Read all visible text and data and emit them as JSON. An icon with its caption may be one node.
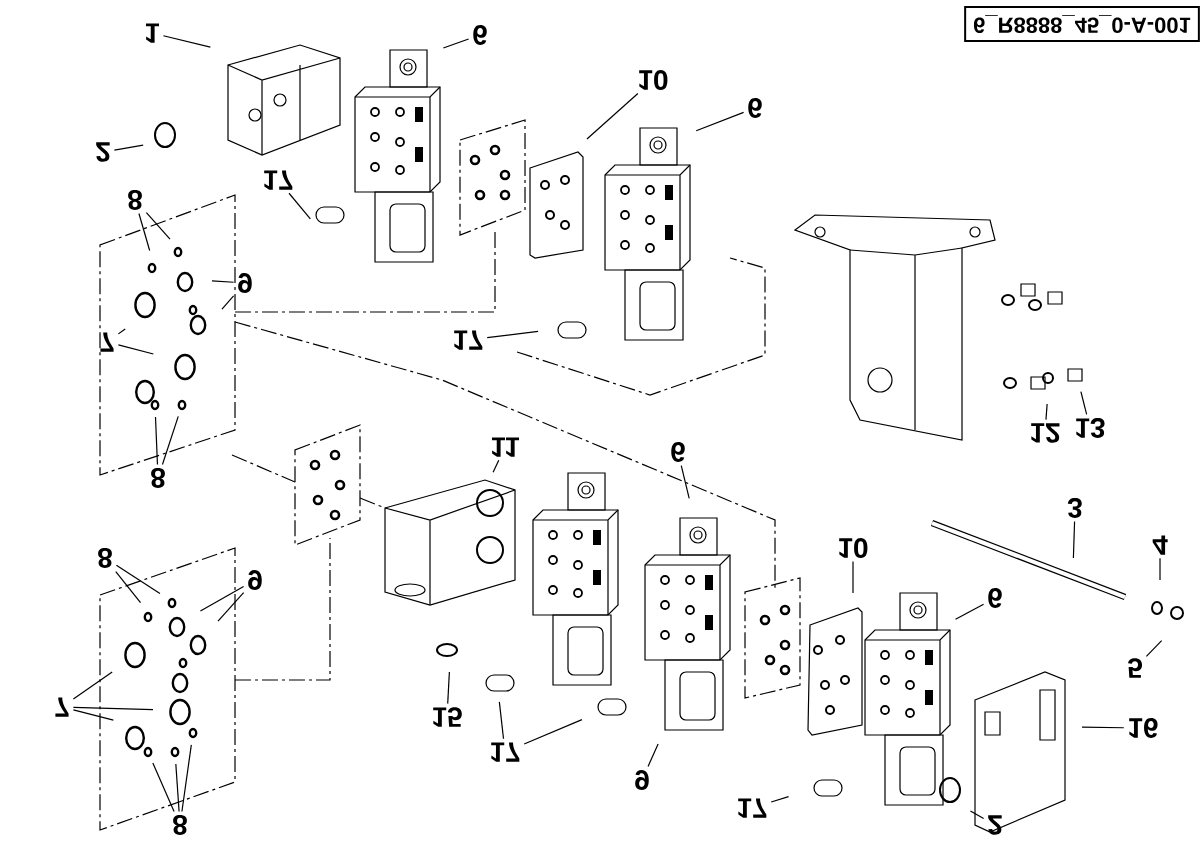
{
  "diagram": {
    "nodes": [
      {
        "text": [
          "1"
        ]
      },
      {
        "text": [
          "6"
        ]
      },
      {
        "text": [
          "10"
        ]
      },
      {
        "text": [
          "6"
        ]
      },
      {
        "text": [
          "2"
        ]
      },
      {
        "text": [
          "17"
        ]
      },
      {
        "text": [
          "8"
        ]
      },
      {
        "text": [
          "9"
        ]
      },
      {
        "text": [
          "7"
        ]
      },
      {
        "text": [
          "17"
        ]
      },
      {
        "text": [
          "8"
        ]
      },
      {
        "text": [
          "12"
        ]
      },
      {
        "text": [
          "13"
        ]
      },
      {
        "text": [
          "11"
        ]
      },
      {
        "text": [
          "6"
        ]
      },
      {
        "text": [
          "3"
        ]
      },
      {
        "text": [
          "8"
        ]
      },
      {
        "text": [
          "9"
        ]
      },
      {
        "text": [
          "10"
        ]
      },
      {
        "text": [
          "6"
        ]
      },
      {
        "text": [
          "4"
        ]
      },
      {
        "text": [
          "7"
        ]
      },
      {
        "text": [
          "5"
        ]
      },
      {
        "text": [
          "15"
        ]
      },
      {
        "text": [
          "16"
        ]
      },
      {
        "text": [
          "17"
        ]
      },
      {
        "text": [
          "9"
        ]
      },
      {
        "text": [
          "17"
        ]
      },
      {
        "text": [
          "2"
        ]
      },
      {
        "text": [
          "8"
        ]
      }
    ],
    "edges": [
      {
        "from": 0,
        "to": null,
        "arrow": "none"
      },
      {
        "from": 1,
        "to": null,
        "arrow": "none"
      },
      {
        "from": 2,
        "to": null,
        "arrow": "none"
      },
      {
        "from": 3,
        "to": null,
        "arrow": "none"
      },
      {
        "from": 4,
        "to": null,
        "arrow": "none"
      },
      {
        "from": 5,
        "to": null,
        "arrow": "none"
      },
      {
        "from": 6,
        "to": null,
        "arrow": "none"
      },
      {
        "from": 6,
        "to": null,
        "arrow": "none"
      },
      {
        "from": 7,
        "to": null,
        "arrow": "none"
      },
      {
        "from": 7,
        "to": null,
        "arrow": "none"
      },
      {
        "from": 8,
        "to": null,
        "arrow": "none"
      },
      {
        "from": 8,
        "to": null,
        "arrow": "none"
      },
      {
        "from": 9,
        "to": null,
        "arrow": "none"
      },
      {
        "from": 10,
        "to": null,
        "arrow": "none"
      },
      {
        "from": 10,
        "to": null,
        "arrow": "none"
      },
      {
        "from": 11,
        "to": null,
        "arrow": "none"
      },
      {
        "from": 12,
        "to": null,
        "arrow": "none"
      },
      {
        "from": 13,
        "to": null,
        "arrow": "none"
      },
      {
        "from": 14,
        "to": null,
        "arrow": "none"
      },
      {
        "from": 15,
        "to": null,
        "arrow": "none"
      },
      {
        "from": 16,
        "to": null,
        "arrow": "none"
      },
      {
        "from": 16,
        "to": null,
        "arrow": "none"
      },
      {
        "from": 17,
        "to": null,
        "arrow": "none"
      },
      {
        "from": 17,
        "to": null,
        "arrow": "none"
      },
      {
        "from": 18,
        "to": null,
        "arrow": "none"
      },
      {
        "from": 19,
        "to": null,
        "arrow": "none"
      },
      {
        "from": 20,
        "to": null,
        "arrow": "none"
      },
      {
        "from": 21,
        "to": null,
        "arrow": "none"
      },
      {
        "from": 21,
        "to": null,
        "arrow": "none"
      },
      {
        "from": 21,
        "to": null,
        "arrow": "none"
      },
      {
        "from": 22,
        "to": null,
        "arrow": "none"
      },
      {
        "from": 23,
        "to": null,
        "arrow": "none"
      },
      {
        "from": 24,
        "to": null,
        "arrow": "none"
      },
      {
        "from": 25,
        "to": null,
        "arrow": "none"
      },
      {
        "from": 25,
        "to": null,
        "arrow": "none"
      },
      {
        "from": 26,
        "to": null,
        "arrow": "none"
      },
      {
        "from": 27,
        "to": null,
        "arrow": "none"
      },
      {
        "from": 28,
        "to": null,
        "arrow": "none"
      },
      {
        "from": 29,
        "to": null,
        "arrow": "none"
      },
      {
        "from": 29,
        "to": null,
        "arrow": "none"
      },
      {
        "from": 29,
        "to": null,
        "arrow": "none"
      }
    ],
    "labels": [
      "6_R8888_45_0-A-001"
    ]
  }
}
